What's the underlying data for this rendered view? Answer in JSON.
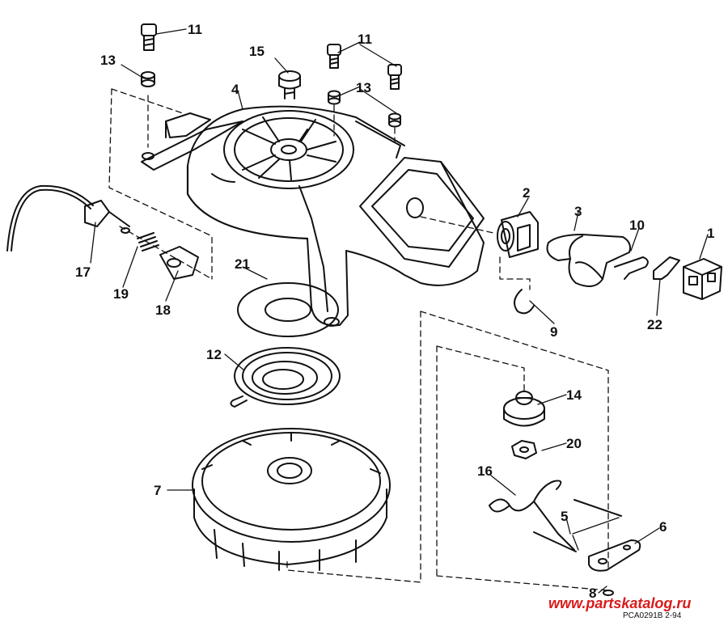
{
  "callouts": {
    "c1": "1",
    "c2": "2",
    "c3": "3",
    "c4": "4",
    "c5": "5",
    "c6": "6",
    "c7": "7",
    "c8": "8",
    "c9": "9",
    "c10": "10",
    "c11a": "11",
    "c11b": "11",
    "c12": "12",
    "c13a": "13",
    "c13b": "13",
    "c14": "14",
    "c15": "15",
    "c16": "16",
    "c17": "17",
    "c18": "18",
    "c19": "19",
    "c20": "20",
    "c21": "21",
    "c22": "22"
  },
  "drawing_code": "PCA0291B  2-94",
  "watermark": "www.partskatalog.ru"
}
